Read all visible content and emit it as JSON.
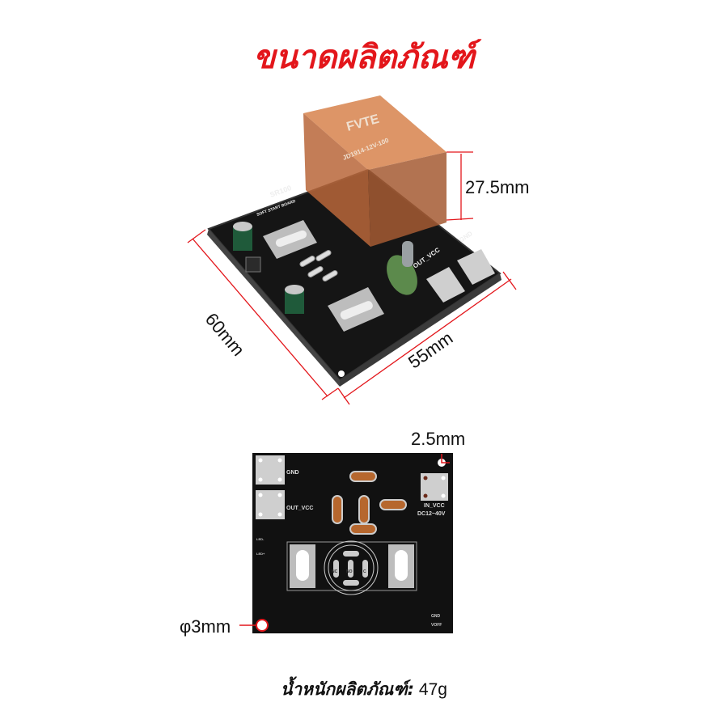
{
  "title": "ขนาดผลิตภัณฑ์",
  "dimensions": {
    "height": "27.5mm",
    "length": "60mm",
    "width": "55mm",
    "edge_offset": "2.5mm",
    "hole_diameter": "φ3mm"
  },
  "board_top_view": {
    "model": "SR100",
    "subtitle": "SOFT START BOARD",
    "relay_brand": "FVTE",
    "relay_model": "JD1914-12V-100",
    "out_label": "OUT_VCC",
    "gnd_label": "GND"
  },
  "board_bottom_view": {
    "gnd": "GND",
    "out_vcc": "OUT_VCC",
    "in_vcc": "IN_VCC",
    "voltage": "DC12~40V",
    "led_minus": "LED-",
    "led_plus": "LED+",
    "nc": "NC",
    "no": "NO",
    "c": "C",
    "gnd_small": "GND",
    "voff": "VOFF"
  },
  "weight": {
    "label": "น้ำหนักผลิตภัณฑ์:",
    "value": "47g"
  },
  "colors": {
    "accent": "#e3161b",
    "pcb": "#141414",
    "relay": "#c9733a"
  }
}
